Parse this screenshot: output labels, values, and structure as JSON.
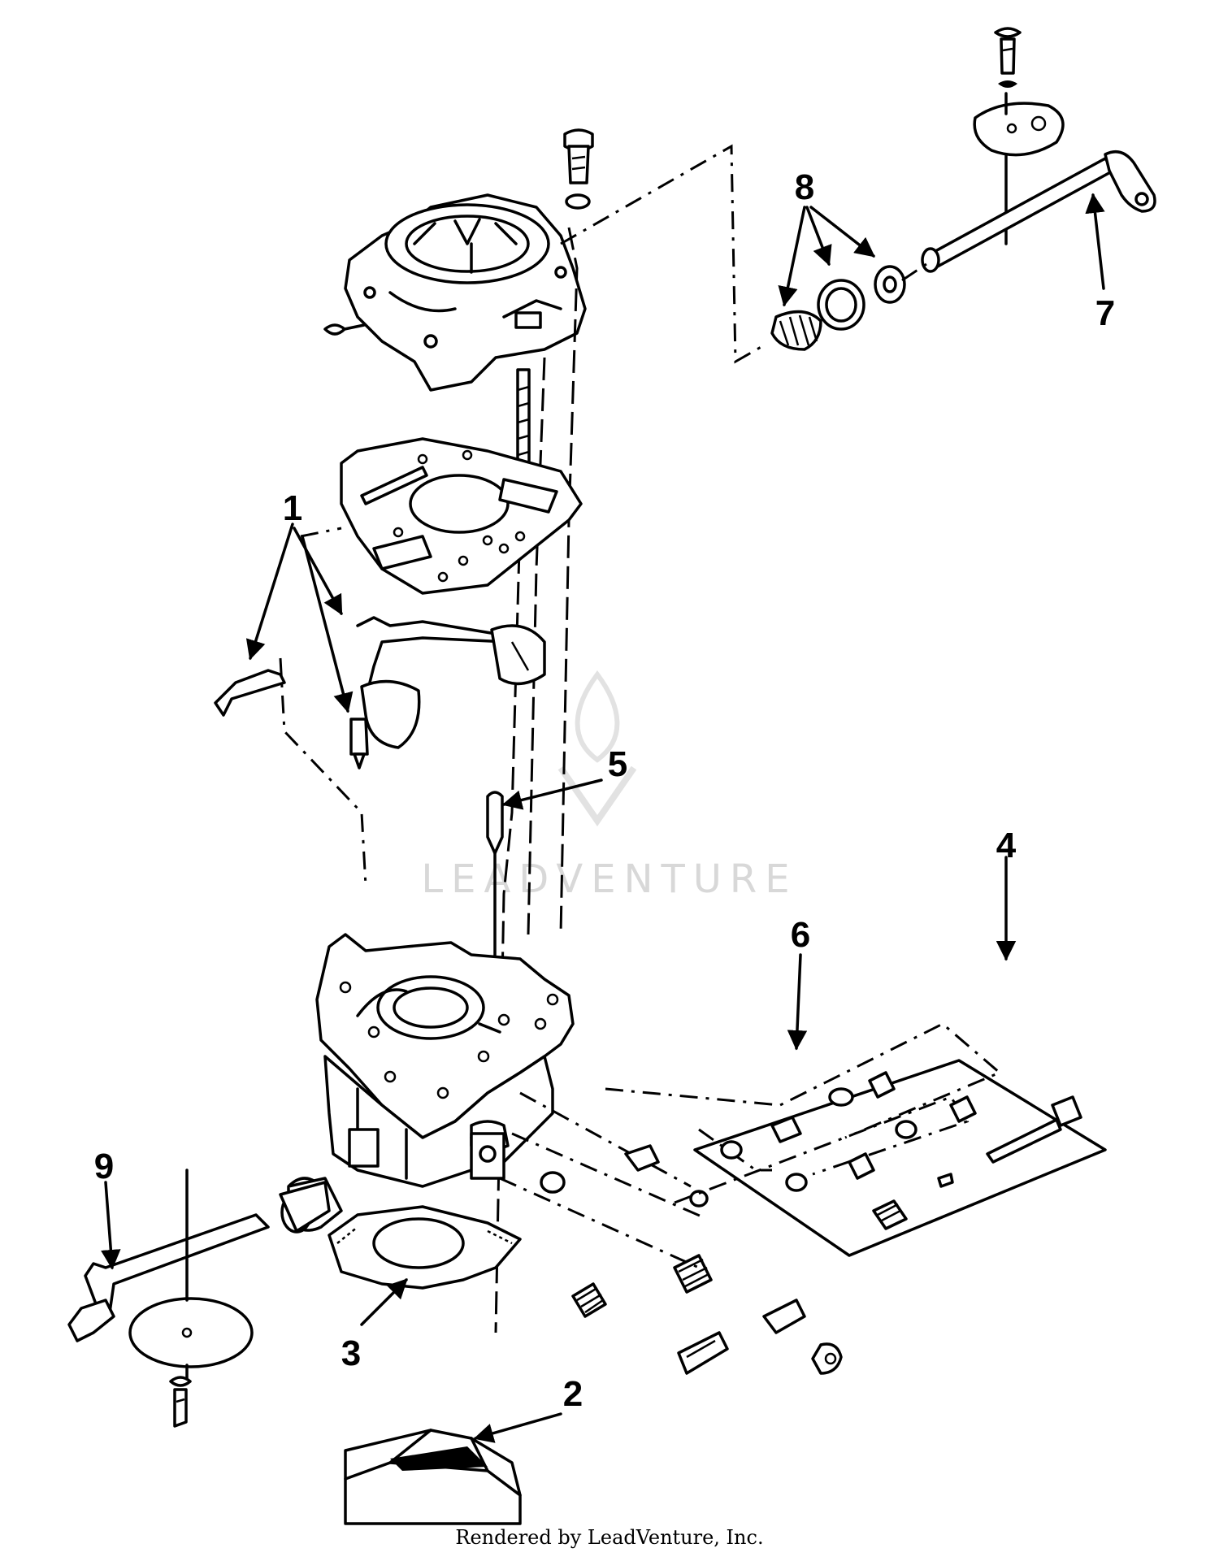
{
  "diagram": {
    "callouts": [
      "1",
      "2",
      "3",
      "4",
      "5",
      "6",
      "7",
      "8",
      "9"
    ],
    "watermark": "LEADVENTURE",
    "footer": "Rendered by LeadVenture, Inc."
  }
}
